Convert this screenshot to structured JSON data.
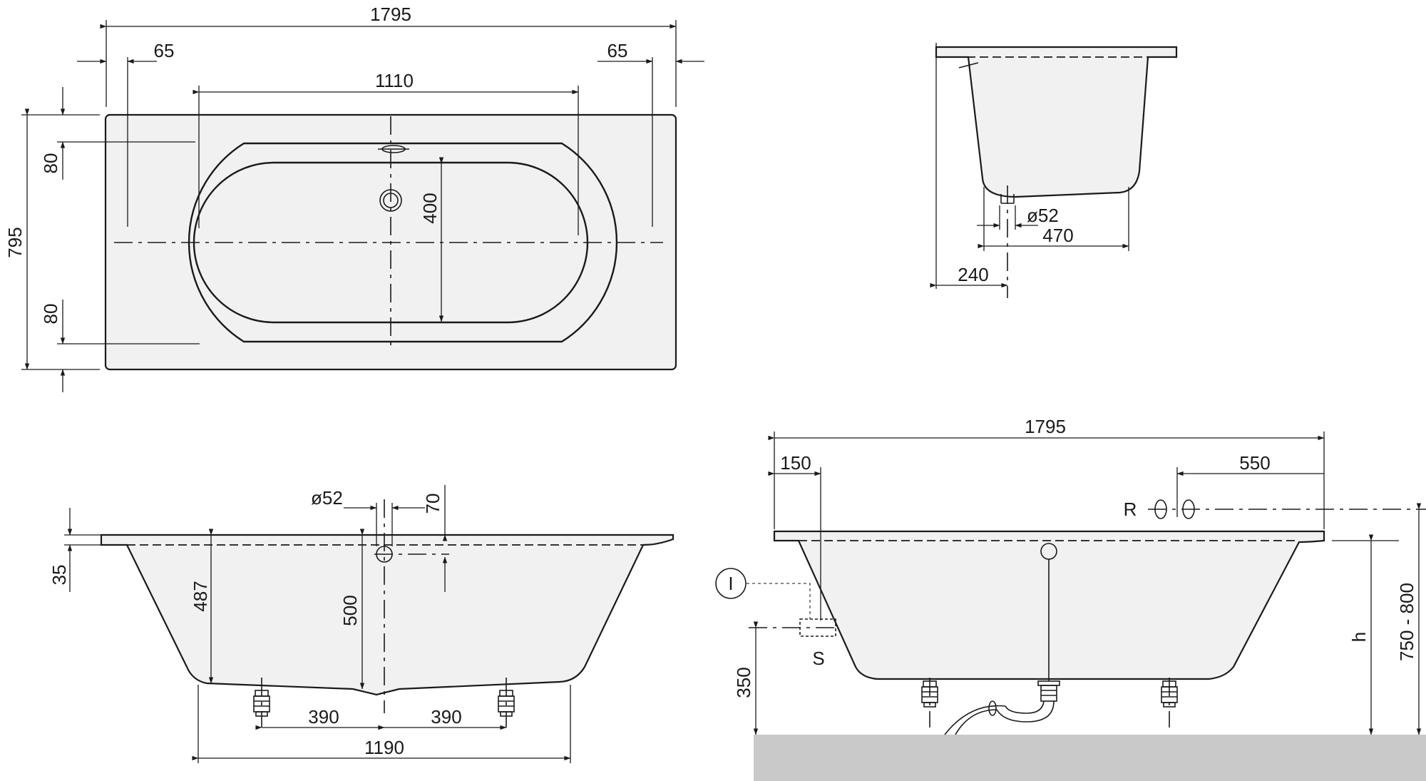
{
  "top_view": {
    "overall_length": "1795",
    "left_offset": "65",
    "right_offset": "65",
    "inner_length": "1110",
    "overall_width": "795",
    "inner_width": "400",
    "rim_top": "80",
    "rim_bottom": "80"
  },
  "side_section": {
    "overflow_diameter": "ø52",
    "overflow_height": "70",
    "rim_depth": "35",
    "depth_at_wall": "487",
    "depth_at_drain": "500",
    "foot_left": "390",
    "foot_right": "390",
    "foot_span": "1190"
  },
  "end_section": {
    "drain_diameter": "ø52",
    "bottom_width": "470",
    "drain_offset": "240"
  },
  "install_view": {
    "overall_length": "1795",
    "left_distance": "150",
    "right_distance": "550",
    "tap_label": "R",
    "siphon_label": "S",
    "note_marker": "I",
    "floor_height": "350",
    "height_label": "h",
    "height_range": "750 - 800"
  },
  "colors": {
    "line": "#1a1a1a",
    "tub_fill": "#f1f1f1",
    "floor": "#c9c9c9"
  }
}
